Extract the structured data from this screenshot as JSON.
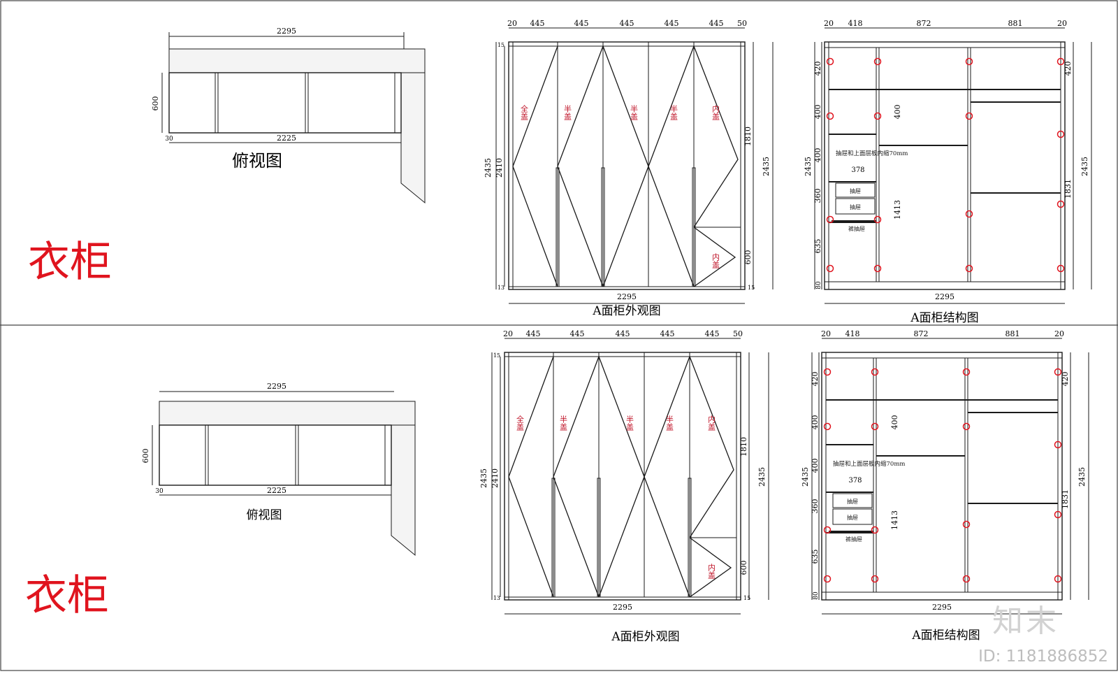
{
  "panels": [
    {
      "title": "衣柜",
      "plan": {
        "title": "俯视图",
        "width_outer": "2295",
        "width_inner": "2225",
        "depth": "600",
        "edge_small": "30"
      },
      "elevation": {
        "title": "A面柜外观图",
        "top_dims": [
          "20",
          "445",
          "445",
          "445",
          "445",
          "445",
          "50"
        ],
        "bottom_dim": "2295",
        "left_dims": [
          "2435",
          "2410"
        ],
        "right_dims": [
          "1810",
          "600",
          "2435"
        ],
        "small_dims": [
          "15",
          "13",
          "15"
        ],
        "door_labels": [
          "全盖",
          "半盖",
          "半盖",
          "半盖",
          "内盖"
        ],
        "lower_label": "内盖"
      },
      "structure": {
        "title": "A面柜结构图",
        "top_dims": [
          "20",
          "418",
          "872",
          "881",
          "20"
        ],
        "bottom_dim": "2295",
        "left_dims": [
          "420",
          "400",
          "400",
          "360",
          "635",
          "80"
        ],
        "left_total": "2435",
        "right_dims": [
          "420",
          "1831"
        ],
        "right_total": "2435",
        "mid_dims": [
          "400",
          "1413"
        ],
        "note": "抽屉和上面层板内缩70mm",
        "drawer_width": "378",
        "drawer_labels": [
          "抽屉",
          "抽屉"
        ],
        "rack_label": "裤抽屉"
      }
    },
    {
      "title": "衣柜",
      "plan": {
        "title": "俯视图",
        "width_outer": "2295",
        "width_inner": "2225",
        "depth": "600",
        "edge_small": "30"
      },
      "elevation": {
        "title": "A面柜外观图",
        "top_dims": [
          "20",
          "445",
          "445",
          "445",
          "445",
          "445",
          "50"
        ],
        "bottom_dim": "2295",
        "left_dims": [
          "2435",
          "2410"
        ],
        "right_dims": [
          "1810",
          "600",
          "2435"
        ],
        "small_dims": [
          "15",
          "13",
          "15"
        ],
        "door_labels": [
          "全盖",
          "半盖",
          "半盖",
          "半盖",
          "内盖"
        ],
        "lower_label": "内盖"
      },
      "structure": {
        "title": "A面柜结构图",
        "top_dims": [
          "20",
          "418",
          "872",
          "881",
          "20"
        ],
        "bottom_dim": "2295",
        "left_dims": [
          "420",
          "400",
          "400",
          "360",
          "635",
          "80"
        ],
        "left_total": "2435",
        "right_dims": [
          "420",
          "1831"
        ],
        "right_total": "2435",
        "mid_dims": [
          "400",
          "1413"
        ],
        "note": "抽屉和上面层板内缩70mm",
        "drawer_width": "378",
        "drawer_labels": [
          "抽屉",
          "抽屉"
        ],
        "rack_label": "裤抽屉"
      }
    }
  ],
  "colors": {
    "line": "#1a1a1a",
    "accent": "#e0141e",
    "note": "#c0162a",
    "frame": "#333333"
  },
  "watermark": {
    "logo": "知末",
    "id": "ID: 1181886852"
  }
}
